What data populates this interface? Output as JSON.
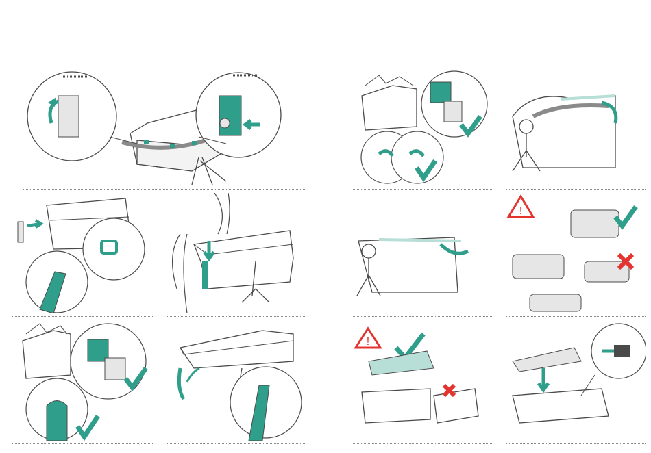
{
  "colors": {
    "accent": "#2f9e8a",
    "accent_light": "#b7dfd7",
    "line": "#4a4a4a",
    "panel_fill": "#e6e6e6",
    "cross": "#e3342f",
    "warning": "#e3342f"
  },
  "panels": [
    {
      "id": "left-1",
      "icons": [
        "zoom-circle-icon",
        "arrow-icon"
      ]
    },
    {
      "id": "left-2a",
      "icons": [
        "zoom-circle-icon",
        "arrow-icon"
      ]
    },
    {
      "id": "left-2b",
      "icons": [
        "arrow-icon"
      ]
    },
    {
      "id": "left-3a",
      "icons": [
        "zoom-circle-icon",
        "check-icon"
      ]
    },
    {
      "id": "left-3b",
      "icons": [
        "zoom-circle-icon",
        "arrow-icon"
      ]
    },
    {
      "id": "right-1a",
      "icons": [
        "zoom-circle-icon",
        "check-icon"
      ]
    },
    {
      "id": "right-1b",
      "icons": [
        "arrow-icon"
      ]
    },
    {
      "id": "right-2a",
      "icons": [
        "arrow-icon"
      ]
    },
    {
      "id": "right-2b",
      "icons": [
        "warning-icon",
        "check-icon",
        "cross-icon"
      ]
    },
    {
      "id": "right-3a",
      "icons": [
        "warning-icon",
        "check-icon",
        "cross-icon"
      ]
    },
    {
      "id": "right-3b",
      "icons": [
        "zoom-circle-icon",
        "arrow-icon"
      ]
    }
  ]
}
